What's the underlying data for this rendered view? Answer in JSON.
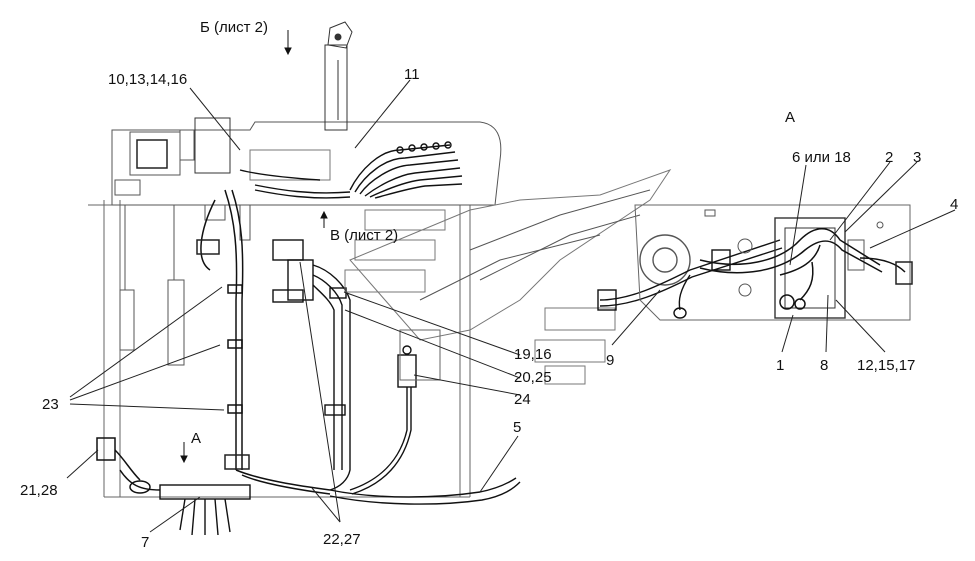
{
  "view_labels": {
    "view_b": "Б (лист 2)",
    "view_v": "В (лист 2)",
    "view_a_left": "А",
    "view_a_detail": "А"
  },
  "callouts": {
    "c_10_13_14_16": "10,13,14,16",
    "c_11": "11",
    "c_6_18": "6 или 18",
    "c_2": "2",
    "c_3": "3",
    "c_4": "4",
    "c_1": "1",
    "c_8": "8",
    "c_12_15_17": "12,15,17",
    "c_9": "9",
    "c_19_16": "19,16",
    "c_20_25": "20,25",
    "c_24": "24",
    "c_5": "5",
    "c_23": "23",
    "c_21_28": "21,28",
    "c_7": "7",
    "c_22_27": "22,27"
  }
}
